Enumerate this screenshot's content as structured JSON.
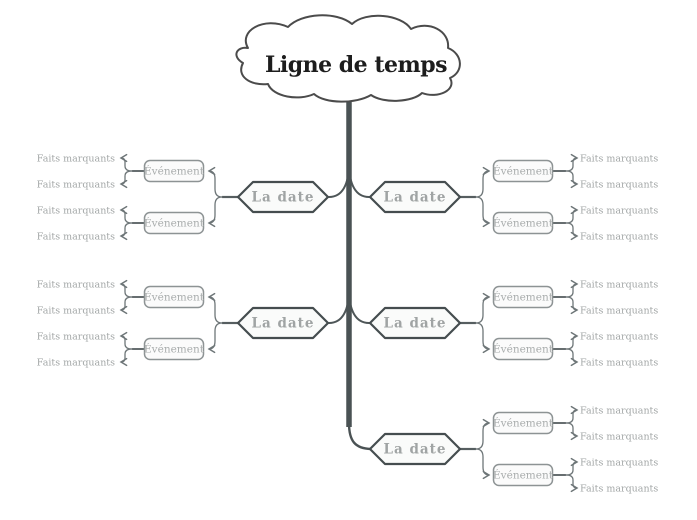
{
  "diagram": {
    "root_label": "Ligne de temps",
    "branches": [
      {
        "side": "left",
        "row": "top",
        "date_label": "La date",
        "events": [
          {
            "label": "Événement",
            "facts": [
              "Faits marquants",
              "Faits marquants"
            ]
          },
          {
            "label": "Événement",
            "facts": [
              "Faits marquants",
              "Faits marquants"
            ]
          }
        ]
      },
      {
        "side": "right",
        "row": "top",
        "date_label": "La date",
        "events": [
          {
            "label": "Événement",
            "facts": [
              "Faits marquants",
              "Faits marquants"
            ]
          },
          {
            "label": "Événement",
            "facts": [
              "Faits marquants",
              "Faits marquants"
            ]
          }
        ]
      },
      {
        "side": "left",
        "row": "middle",
        "date_label": "La date",
        "events": [
          {
            "label": "Événement",
            "facts": [
              "Faits marquants",
              "Faits marquants"
            ]
          },
          {
            "label": "Événement",
            "facts": [
              "Faits marquants",
              "Faits marquants"
            ]
          }
        ]
      },
      {
        "side": "right",
        "row": "middle",
        "date_label": "La date",
        "events": [
          {
            "label": "Événement",
            "facts": [
              "Faits marquants",
              "Faits marquants"
            ]
          },
          {
            "label": "Événement",
            "facts": [
              "Faits marquants",
              "Faits marquants"
            ]
          }
        ]
      },
      {
        "side": "right",
        "row": "bottom",
        "date_label": "La date",
        "events": [
          {
            "label": "Événement",
            "facts": [
              "Faits marquants",
              "Faits marquants"
            ]
          },
          {
            "label": "Événement",
            "facts": [
              "Faits marquants",
              "Faits marquants"
            ]
          }
        ]
      }
    ],
    "colors": {
      "background": "#ffffff",
      "trunk": "#4a5254",
      "node_border_dark": "#454d4f",
      "node_border_light": "#8d9394",
      "node_fill": "#fafbfa",
      "muted_text": "#a2a6a6",
      "title_text": "#1d1d1d",
      "connector": "#6e7678"
    }
  }
}
